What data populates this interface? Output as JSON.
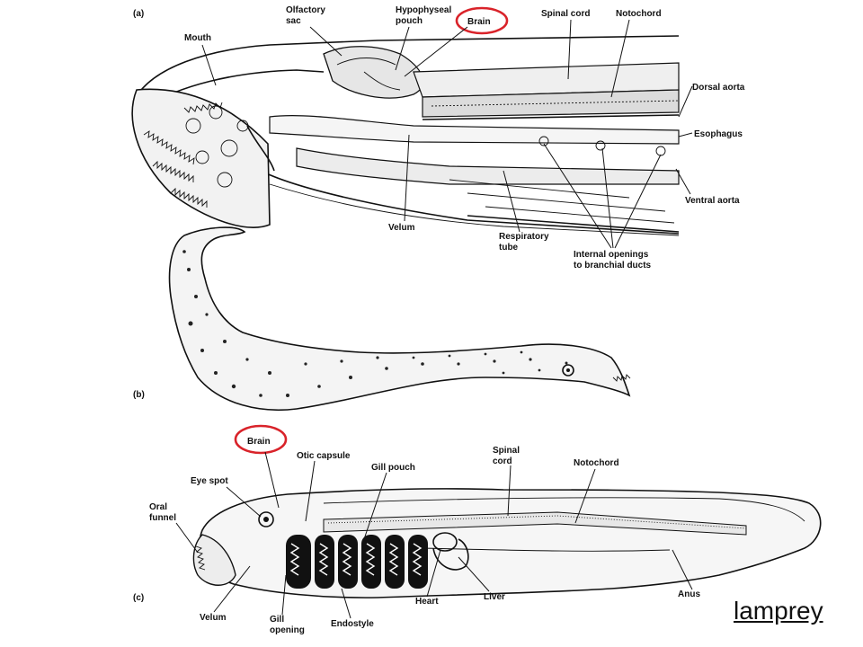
{
  "panels": {
    "a": "(a)",
    "b": "(b)",
    "c": "(c)"
  },
  "labels_a": {
    "olfactory_sac": [
      "Olfactory",
      "sac"
    ],
    "hypophyseal_pouch": [
      "Hypophyseal",
      "pouch"
    ],
    "brain": "Brain",
    "spinal_cord": "Spinal cord",
    "notochord": "Notochord",
    "mouth": "Mouth",
    "dorsal_aorta": "Dorsal aorta",
    "esophagus": "Esophagus",
    "ventral_aorta": "Ventral aorta",
    "velum": "Velum",
    "respiratory_tube": [
      "Respiratory",
      "tube"
    ],
    "internal_openings": [
      "Internal openings",
      "to branchial ducts"
    ]
  },
  "labels_c": {
    "brain": "Brain",
    "otic_capsule": "Otic capsule",
    "gill_pouch": "Gill pouch",
    "spinal_cord": [
      "Spinal",
      "cord"
    ],
    "notochord": "Notochord",
    "eye_spot": "Eye spot",
    "oral_funnel": [
      "Oral",
      "funnel"
    ],
    "velum": "Velum",
    "gill_opening": [
      "Gill",
      "opening"
    ],
    "endostyle": "Endostyle",
    "heart": "Heart",
    "liver": "Liver",
    "anus": "Anus"
  },
  "caption": "lamprey",
  "colors": {
    "highlight_circle": "#d9232a",
    "ink": "#111111",
    "background": "#ffffff"
  }
}
